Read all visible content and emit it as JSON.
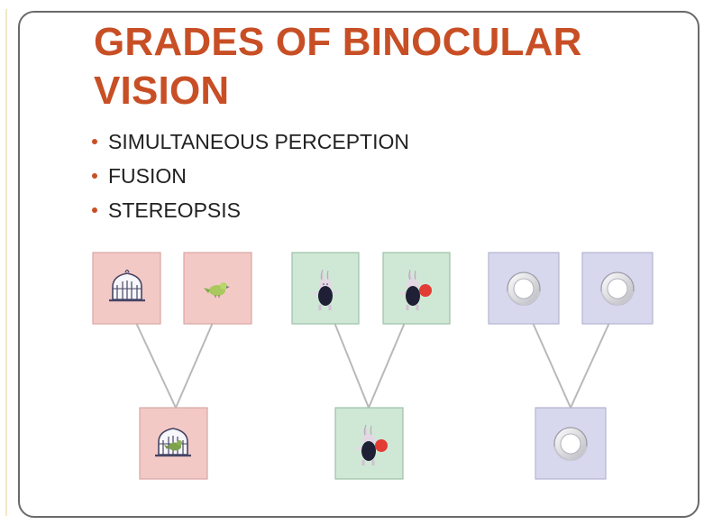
{
  "slide": {
    "title": "GRADES OF BINOCULAR VISION",
    "bullets": [
      "SIMULTANEOUS PERCEPTION",
      "FUSION",
      "STEREOPSIS"
    ],
    "colors": {
      "title": "#c84f25",
      "bullet": "#c84f25",
      "pink_panel": "#f3c9c6",
      "green_panel": "#cfe8d6",
      "lavender_panel": "#d7d7ee",
      "connector": "#b9b9b9"
    },
    "diagram_groups": [
      {
        "name": "simultaneous-perception-group",
        "inputs": [
          "birdcage-icon",
          "bird-icon"
        ],
        "output": "bird-in-cage-icon"
      },
      {
        "name": "fusion-group",
        "inputs": [
          "rabbit-icon",
          "rabbit-with-ball-icon"
        ],
        "output": "rabbit-with-ball-icon"
      },
      {
        "name": "stereopsis-group",
        "inputs": [
          "ring-icon",
          "ring-icon"
        ],
        "output": "ring-icon"
      }
    ]
  }
}
